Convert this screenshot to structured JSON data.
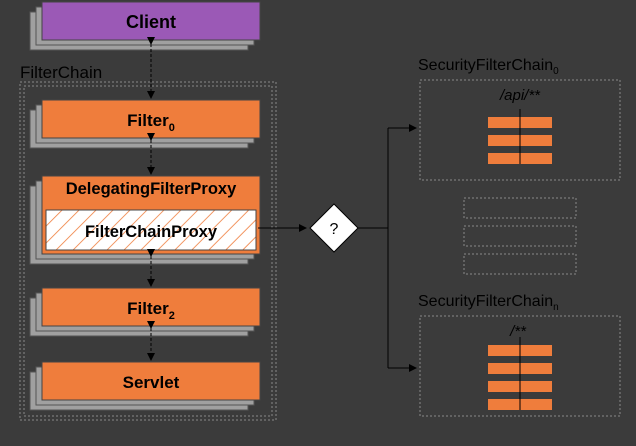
{
  "client": {
    "label": "Client"
  },
  "filter_chain": {
    "label": "FilterChain",
    "filter0": {
      "name": "Filter",
      "sub": "0"
    },
    "delegating": {
      "label": "DelegatingFilterProxy"
    },
    "proxy": {
      "label": "FilterChainProxy"
    },
    "filter2": {
      "name": "Filter",
      "sub": "2"
    },
    "servlet": {
      "label": "Servlet"
    }
  },
  "decision": {
    "symbol": "?"
  },
  "security_chains": [
    {
      "name": "SecurityFilterChain",
      "sub": "0",
      "pattern": "/api/**",
      "filter_count": 3
    },
    {
      "name": "SecurityFilterChain",
      "sub": "n",
      "pattern": "/**",
      "filter_count": 4
    }
  ],
  "colors": {
    "background": "#3b3b3b",
    "client": "#9b59b6",
    "filter": "#ef7d3c",
    "shadow": "#a0a0a0",
    "line": "#000000",
    "text_light": "#ffffff",
    "text_dark": "#000000"
  }
}
